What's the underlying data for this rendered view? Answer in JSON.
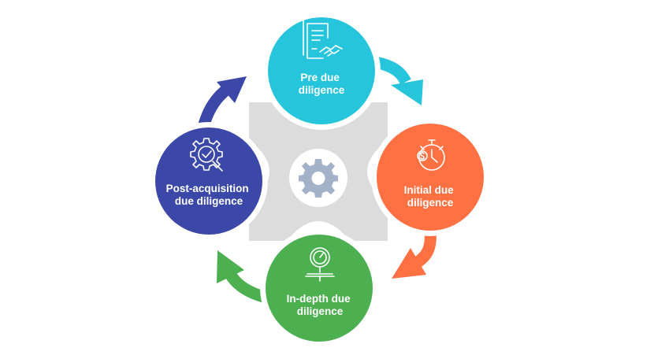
{
  "stages": [
    {
      "id": "pre",
      "label_lines": [
        "Pre due",
        "diligence"
      ],
      "color": "#26c5dc",
      "icon": "contract-handshake-icon"
    },
    {
      "id": "initial",
      "label_lines": [
        "Initial due",
        "diligence"
      ],
      "color": "#ff7043",
      "icon": "stopwatch-dollar-icon"
    },
    {
      "id": "indepth",
      "label_lines": [
        "In-depth due",
        "diligence"
      ],
      "color": "#4caf50",
      "icon": "pressure-gauge-icon"
    },
    {
      "id": "post",
      "label_lines": [
        "Post-acquisition",
        "due diligence"
      ],
      "color": "#3b48a8",
      "icon": "gear-magnifier-check-icon"
    }
  ],
  "center": {
    "icon": "gear-icon",
    "plate_color": "#dcdcdc",
    "gear_color": "#a3b1c9"
  }
}
